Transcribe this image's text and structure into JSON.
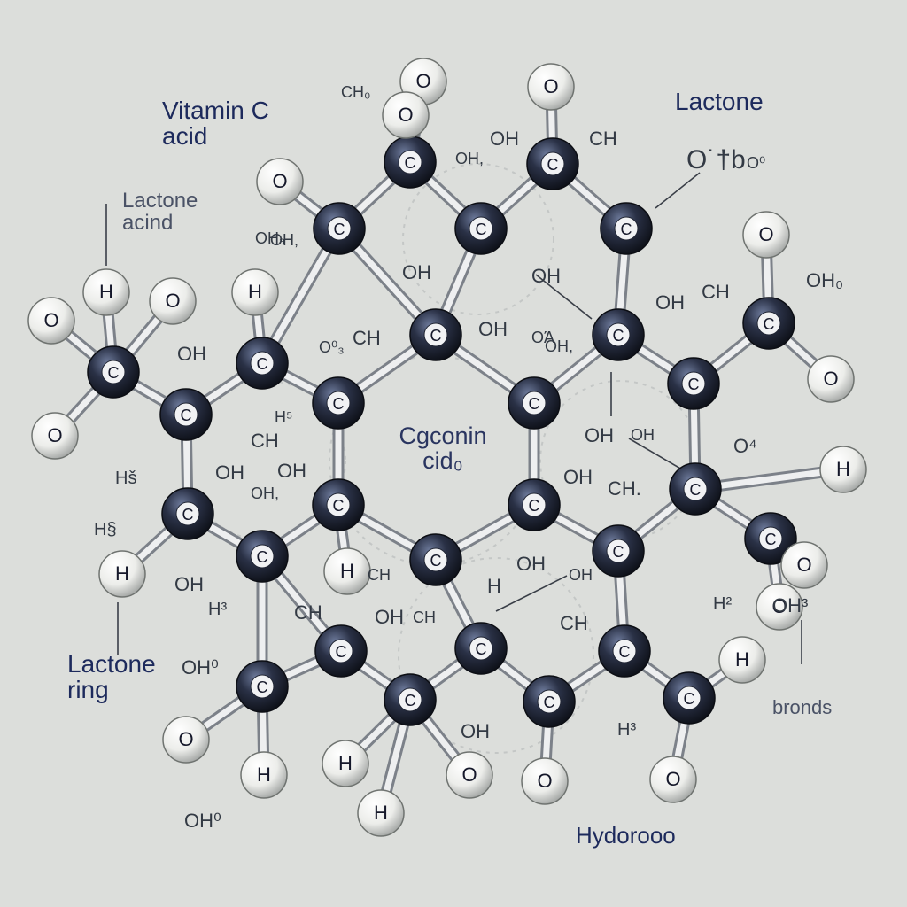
{
  "labels": {
    "vitamin_c": "Vitamin C\nacid",
    "lactone_top": "Lactone",
    "lactone_acind": "Lactone\nacind",
    "cgconin": "Cgconin\ncid₀",
    "lactone_ring": "Lactone\nring",
    "bronds": "bronds",
    "hydorooo": "Hydorooo"
  },
  "atom_symbols": {
    "carbon": "C",
    "oxygen": "O",
    "hydrogen": "H"
  },
  "group_labels": [
    "CH₀",
    "OH",
    "OH,",
    "CH",
    "O˙†b",
    "OH",
    "OH,",
    "OH",
    "CH",
    "OH₀",
    "OH",
    "O⁰₃",
    "CH",
    "OH",
    "OH,",
    "OH",
    "H⁵",
    "CH",
    "OH",
    "OH",
    "O⁴",
    "OH",
    "OH",
    "OH,",
    "CH.",
    "OH",
    "Hš",
    "H§",
    "OH",
    "H³",
    "CH",
    "OH",
    "CH",
    "OH",
    "H",
    "OH",
    "CH",
    "H²",
    "OH³",
    "OH",
    "OH⁰",
    "H³",
    "OH⁰",
    "O⁰",
    "OHₐ",
    "CH",
    "OΆ"
  ],
  "colors": {
    "background": "#dcdedb",
    "carbon_atom": "#1f2433",
    "white_atom": "#f2f2f0",
    "bond": "#9a9fa6",
    "label_blue": "#1d2a5c"
  }
}
